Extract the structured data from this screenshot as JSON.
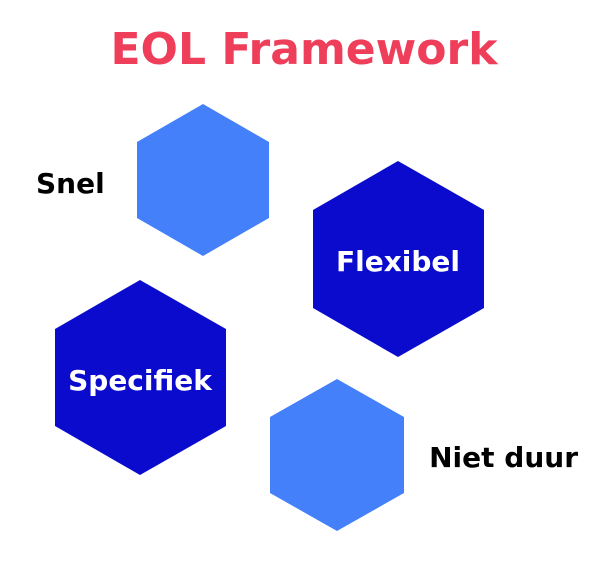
{
  "title": "EOL Framework",
  "colors": {
    "title": "#ee3e5a",
    "hex_light": "#4380fa",
    "hex_dark": "#0a0bcc",
    "text_dark": "#000000",
    "text_light": "#ffffff"
  },
  "nodes": [
    {
      "id": "snel",
      "label": "Snel",
      "style": "light",
      "label_position": "outside-left"
    },
    {
      "id": "flexibel",
      "label": "Flexibel",
      "style": "dark",
      "label_position": "inside"
    },
    {
      "id": "specifiek",
      "label": "Specifiek",
      "style": "dark",
      "label_position": "inside"
    },
    {
      "id": "niet-duur",
      "label": "Niet duur",
      "style": "light",
      "label_position": "outside-right"
    }
  ]
}
